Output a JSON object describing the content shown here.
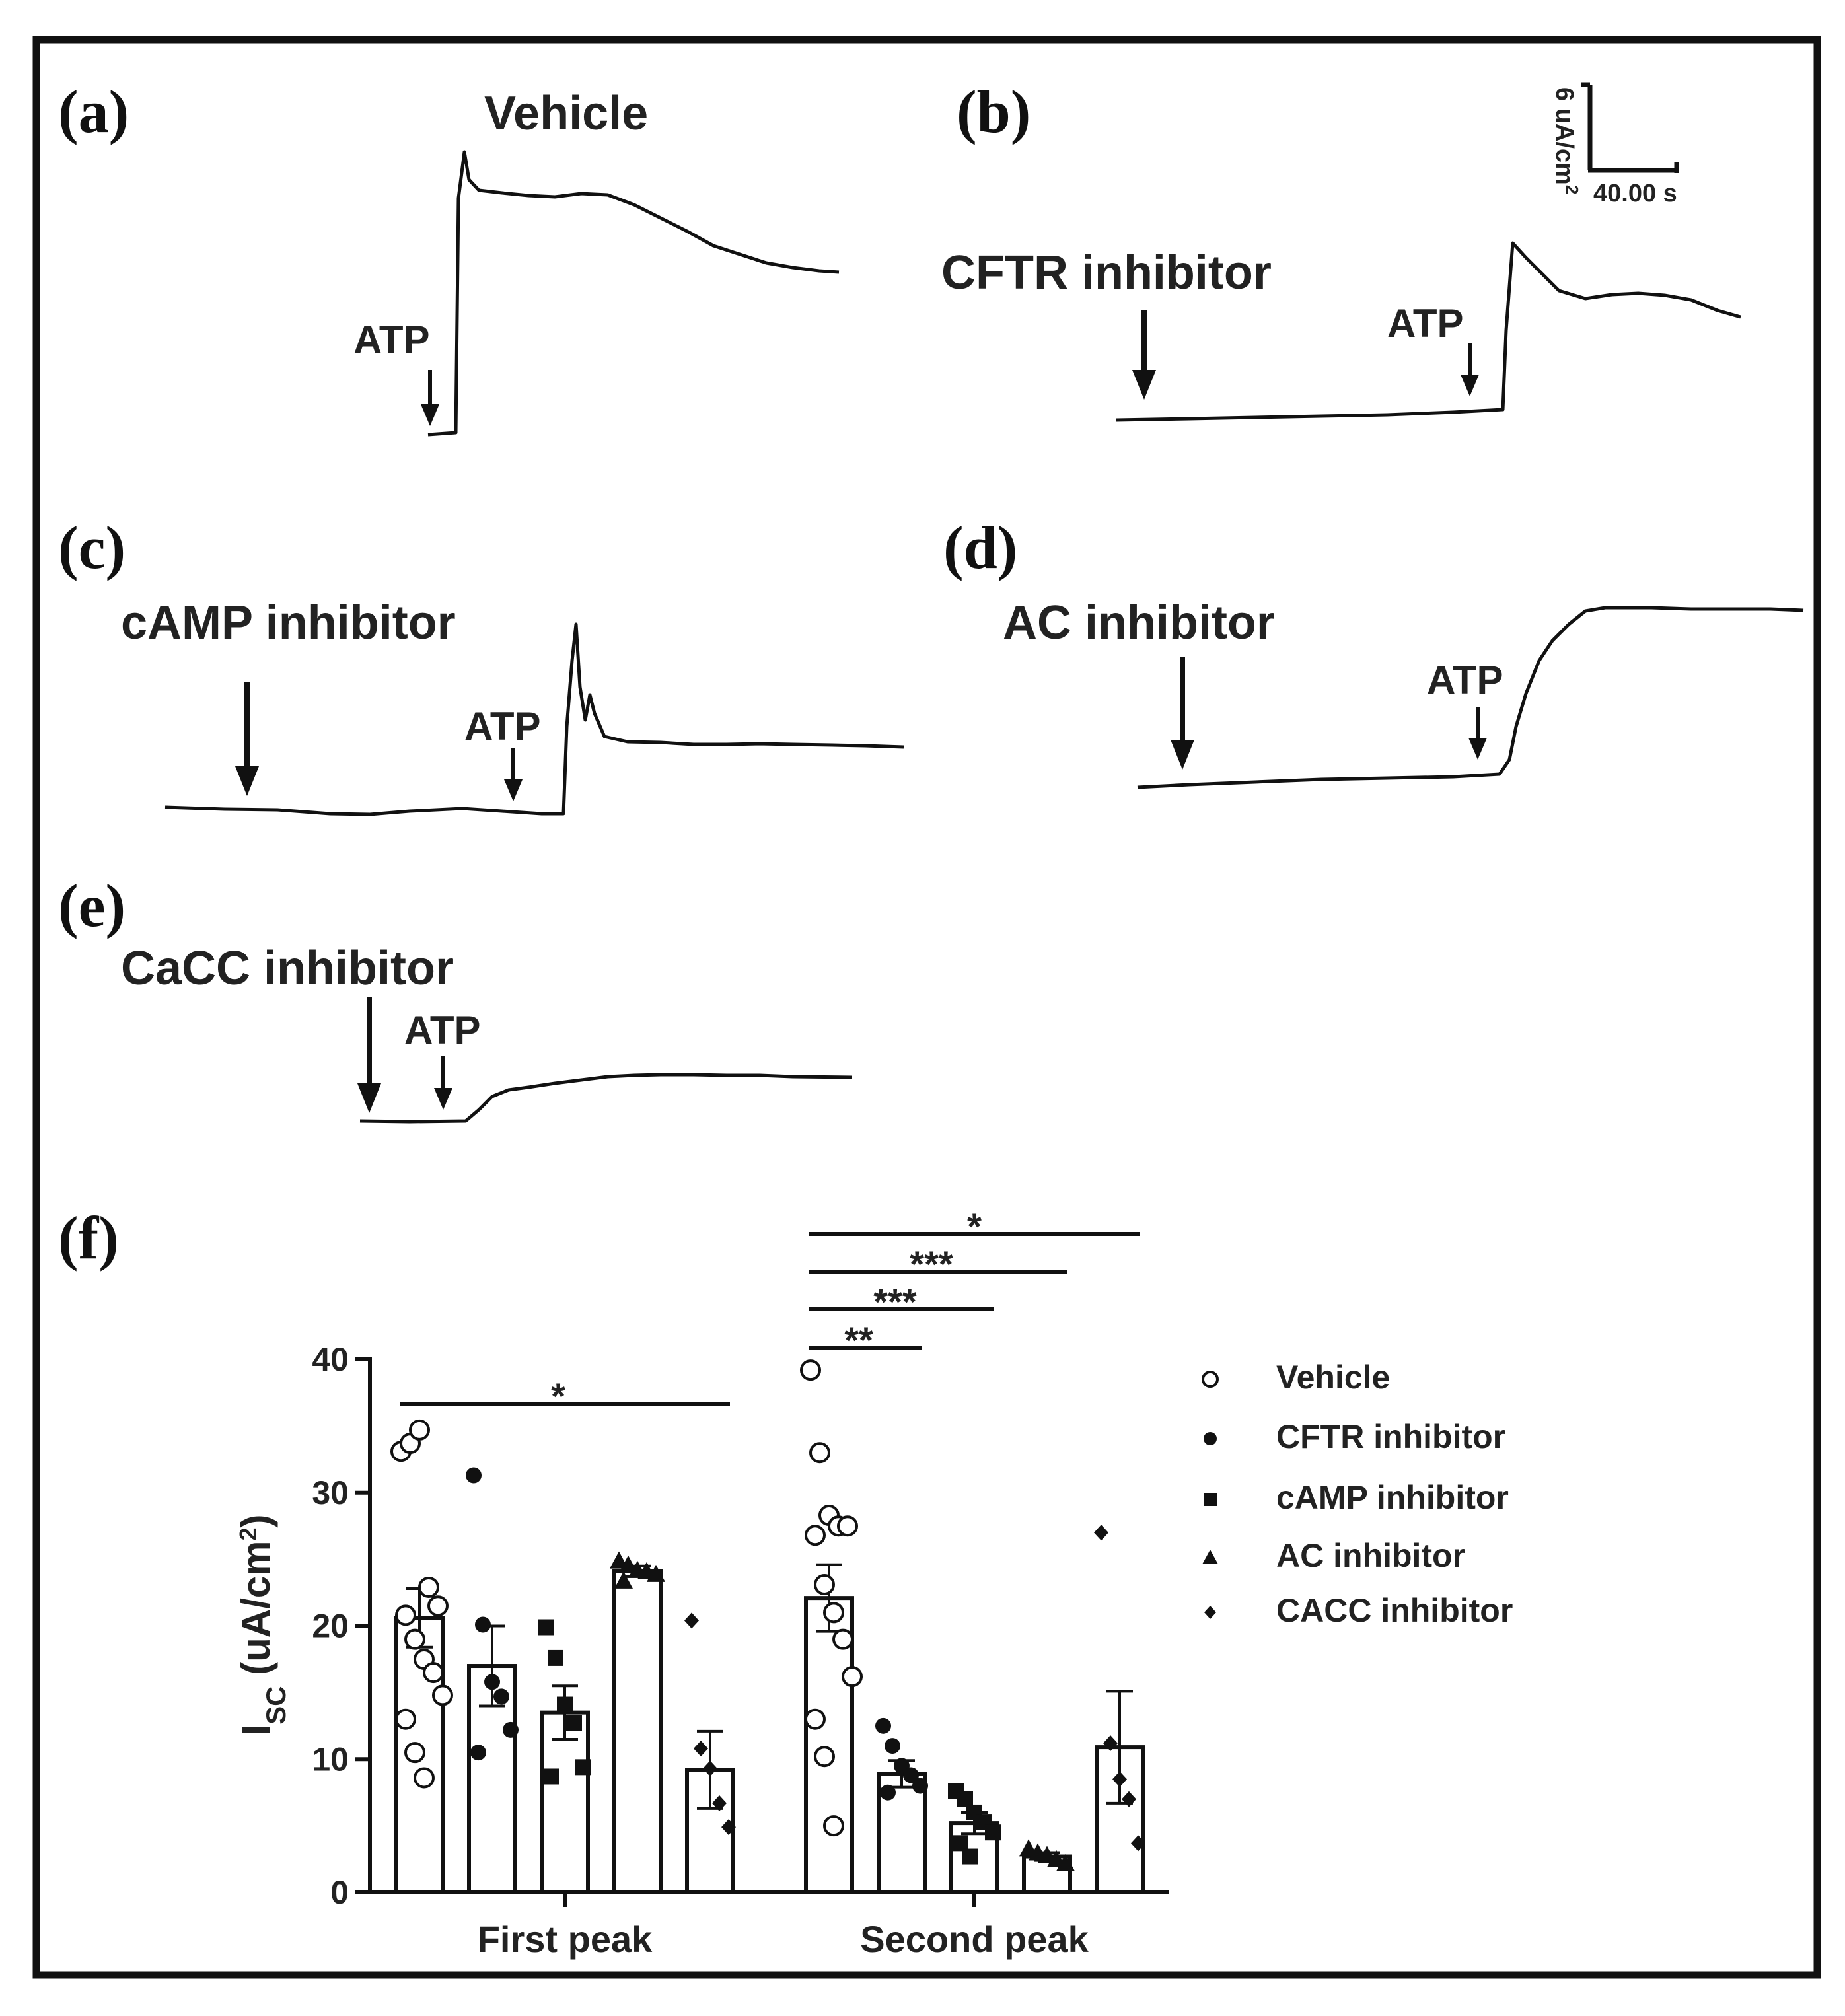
{
  "panels": {
    "a": {
      "label": "(a)",
      "title": "Vehicle",
      "atp": "ATP"
    },
    "b": {
      "label": "(b)",
      "title": "CFTR inhibitor",
      "atp": "ATP"
    },
    "c": {
      "label": "(c)",
      "title": "cAMP inhibitor",
      "atp": "ATP"
    },
    "d": {
      "label": "(d)",
      "title": "AC inhibitor",
      "atp": "ATP"
    },
    "e": {
      "label": "(e)",
      "title": "CaCC inhibitor",
      "atp": "ATP"
    },
    "f": {
      "label": "(f)"
    }
  },
  "scalebar": {
    "vertical": "6 uA/cm",
    "vertical_sup": "2",
    "horizontal": "40.00 s"
  },
  "chart_data": {
    "type": "bar",
    "categories": [
      "First peak",
      "Second peak"
    ],
    "ylabel": "I",
    "ylabel_sub": "SC",
    "ylabel_unit": " (uA/cm",
    "ylabel_sup": "2",
    "ylabel_end": ")",
    "ylim": [
      0,
      40
    ],
    "yticks": [
      0,
      10,
      20,
      30,
      40
    ],
    "series": [
      {
        "name": "Vehicle",
        "marker": "circle-open",
        "mean": [
          20.6,
          22.1
        ],
        "sem": [
          2.2,
          2.5
        ],
        "points": [
          [
            33.1,
            33.7,
            34.7,
            22.9,
            21.5,
            20.8,
            19.0,
            17.5,
            16.5,
            14.8,
            13.0,
            10.5,
            8.6
          ],
          [
            39.2,
            33.0,
            28.3,
            27.5,
            27.5,
            26.8,
            23.1,
            21.0,
            19.0,
            16.2,
            13.0,
            10.2,
            5.0
          ]
        ]
      },
      {
        "name": "CFTR inhibitor",
        "marker": "circle-filled",
        "mean": [
          17.0,
          8.9
        ],
        "sem": [
          3.0,
          1.0
        ],
        "points": [
          [
            31.3,
            20.1,
            15.8,
            14.7,
            12.2,
            10.5
          ],
          [
            12.5,
            11.0,
            9.5,
            8.8,
            8.0,
            7.5
          ]
        ]
      },
      {
        "name": "cAMP inhibitor",
        "marker": "square",
        "mean": [
          13.5,
          5.2
        ],
        "sem": [
          2.0,
          0.8
        ],
        "points": [
          [
            19.9,
            17.6,
            14.1,
            12.7,
            9.4,
            8.7
          ],
          [
            7.6,
            7.0,
            6.0,
            5.3,
            4.5,
            3.7,
            2.7
          ]
        ]
      },
      {
        "name": "AC inhibitor",
        "marker": "triangle",
        "mean": [
          24.1,
          2.7
        ],
        "sem": [
          0.4,
          0.3
        ],
        "points": [
          [
            24.9,
            24.6,
            24.2,
            24.1,
            23.9,
            23.4
          ],
          [
            3.3,
            3.0,
            2.8,
            2.5,
            2.2
          ]
        ]
      },
      {
        "name": "CACC inhibitor",
        "marker": "diamond",
        "mean": [
          9.2,
          10.9
        ],
        "sem": [
          2.9,
          4.2
        ],
        "points": [
          [
            20.4,
            10.8,
            9.3,
            6.7,
            4.9
          ],
          [
            27.0,
            11.2,
            8.5,
            7.0,
            3.7
          ]
        ]
      }
    ],
    "significance": [
      {
        "group": 0,
        "from": 0,
        "to": 4,
        "label": "*"
      },
      {
        "group": 1,
        "from": 0,
        "to": 1,
        "label": "**"
      },
      {
        "group": 1,
        "from": 0,
        "to": 2,
        "label": "***"
      },
      {
        "group": 1,
        "from": 0,
        "to": 3,
        "label": "***"
      },
      {
        "group": 1,
        "from": 0,
        "to": 4,
        "label": "*"
      }
    ],
    "legend": {
      "position": "right"
    }
  }
}
